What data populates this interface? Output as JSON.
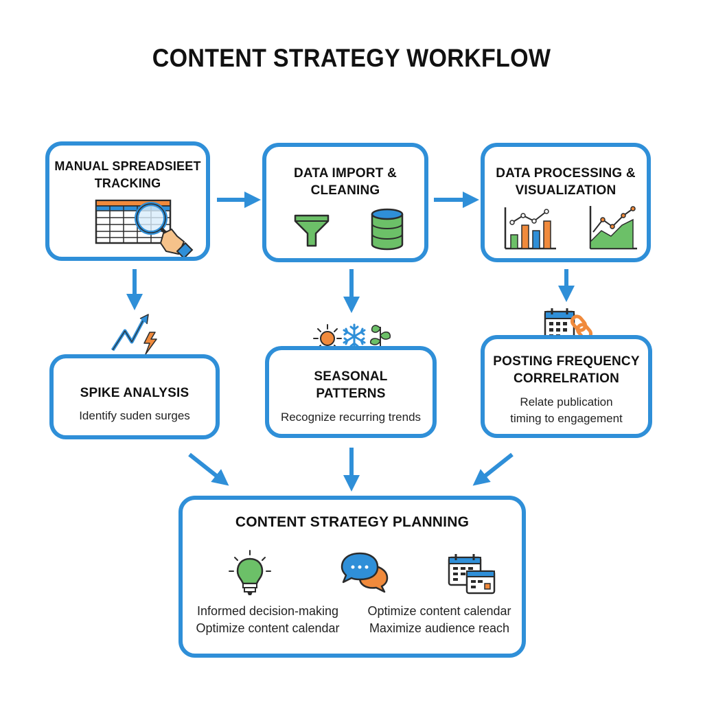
{
  "title": "CONTENT STRATEGY WORKFLOW",
  "colors": {
    "accent": "#2f8fd8",
    "green": "#6cc068",
    "orange": "#f08a3c",
    "dark": "#2b2b2b"
  },
  "steps": {
    "manual": {
      "title_line1": "MANUAL SPREADSIEET",
      "title_line2": "TRACKING"
    },
    "import": {
      "title_line1": "DATA IMPORT &",
      "title_line2": "CLEANING"
    },
    "processing": {
      "title_line1": "DATA PROCESSING &",
      "title_line2": "VISUALIZATION"
    }
  },
  "analyses": {
    "spike": {
      "title": "SPIKE ANALYSIS",
      "desc": "Identify suden surges"
    },
    "seasonal": {
      "title_line1": "SEASONAL",
      "title_line2": "PATTERNS",
      "desc": "Recognize recurring trends"
    },
    "frequency": {
      "title_line1": "POSTING FREQUENCY",
      "title_line2": "CORRELRATION",
      "desc_line1": "Relate publication",
      "desc_line2": "timing to engagement"
    }
  },
  "planning": {
    "title": "CONTENT STRATEGY PLANNING",
    "left": {
      "line1": "Informed decision-making",
      "line2": "Optimize content calendar"
    },
    "right": {
      "line1": "Optimize content calendar",
      "line2": "Maximize audience reach"
    }
  },
  "icons": [
    "spreadsheet-magnifier-icon",
    "funnel-icon",
    "database-icon",
    "bar-chart-icon",
    "area-chart-icon",
    "spike-trend-icon",
    "sun-icon",
    "snowflake-icon",
    "plant-icon",
    "calendar-link-icon",
    "lightbulb-icon",
    "chat-bubbles-icon",
    "calendar-icon"
  ]
}
